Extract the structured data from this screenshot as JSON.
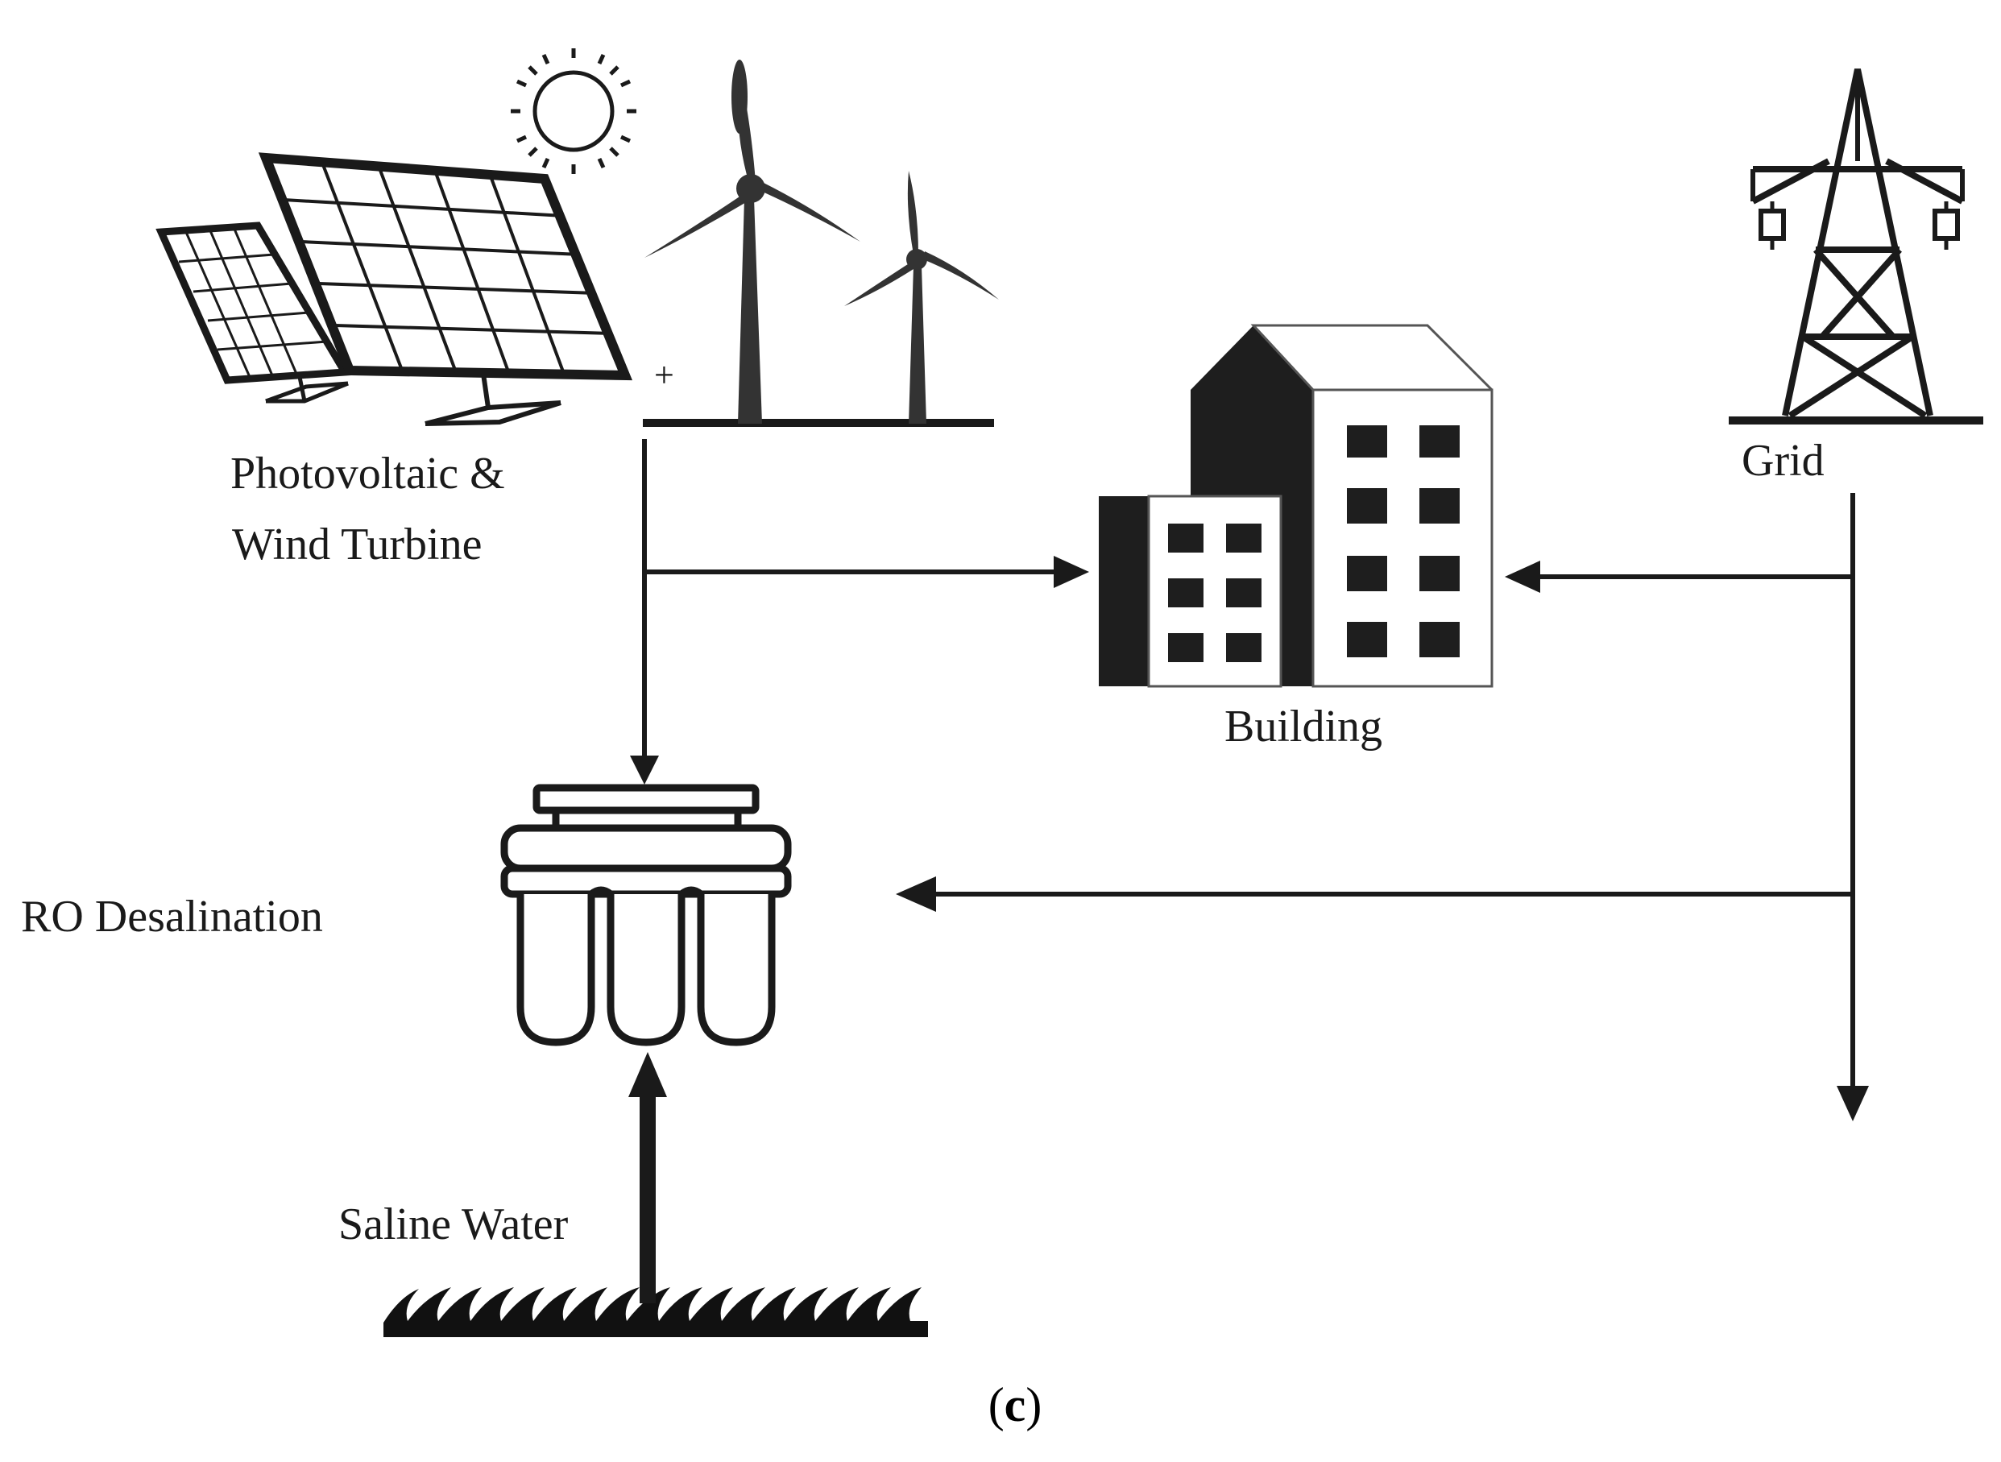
{
  "labels": {
    "pv_wind_line1": "Photovoltaic &",
    "pv_wind_line2": "Wind Turbine",
    "plus": "+",
    "grid": "Grid",
    "building": "Building",
    "ro_desalination": "RO Desalination",
    "saline_water": "Saline Water"
  },
  "caption": {
    "open": "(",
    "letter": "c",
    "close": ")"
  },
  "colors": {
    "ink": "#1a1a1a",
    "building_dark": "#1e1e1e",
    "background": "#ffffff"
  },
  "icons": [
    "sun-icon",
    "solar-panel-icon",
    "wind-turbine-icon",
    "transmission-tower-icon",
    "building-icon",
    "ro-filter-icon",
    "water-waves-icon"
  ]
}
